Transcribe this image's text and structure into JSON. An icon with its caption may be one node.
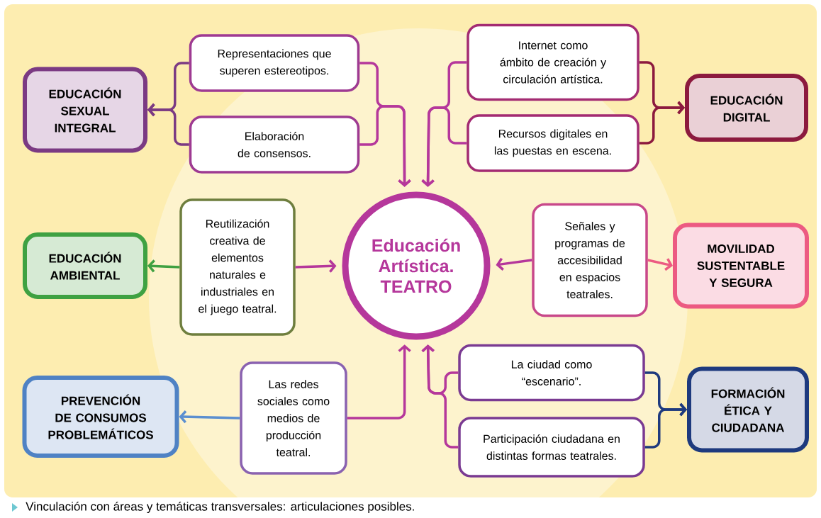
{
  "diagram": {
    "caption": "Vinculación con áreas y temáticas transversales: articulaciones posibles.",
    "nodes": [
      {
        "text": [
          "Educación Artística. TEATRO"
        ]
      },
      {
        "text": [
          "EDUCACIÓN SEXUAL INTEGRAL"
        ]
      },
      {
        "text": [
          "Representaciones que superen estereotipos."
        ]
      },
      {
        "text": [
          "Elaboración de consensos."
        ]
      },
      {
        "text": [
          "Internet como ámbito de creación y circulación artística."
        ]
      },
      {
        "text": [
          "Recursos digitales en las puestas en escena."
        ]
      },
      {
        "text": [
          "EDUCACIÓN DIGITAL"
        ]
      },
      {
        "text": [
          "EDUCACIÓN AMBIENTAL"
        ]
      },
      {
        "text": [
          "Reutilización creativa de elementos naturales e industriales en el juego teatral."
        ]
      },
      {
        "text": [
          "Señales y programas de accesibilidad en espacios teatrales."
        ]
      },
      {
        "text": [
          "MOVILIDAD SUSTENTABLE Y SEGURA"
        ]
      },
      {
        "text": [
          "PREVENCIÓN DE CONSUMOS PROBLEMÁTICOS"
        ]
      },
      {
        "text": [
          "Las redes sociales como medios de producción teatral."
        ]
      },
      {
        "text": [
          "La ciudad como “escenario”."
        ]
      },
      {
        "text": [
          "Participación ciudadana en distintas formas teatrales."
        ]
      },
      {
        "text": [
          "FORMACIÓN ÉTICA Y CIUDADANA"
        ]
      }
    ],
    "edges": [
      {
        "from": 2,
        "to": 1,
        "arrow": "to",
        "color": "#7b3a83"
      },
      {
        "from": 3,
        "to": 1,
        "arrow": "to",
        "color": "#7b3a83"
      },
      {
        "from": 2,
        "to": 0,
        "arrow": "to",
        "color": "#b5379b"
      },
      {
        "from": 3,
        "to": 0,
        "arrow": "to",
        "color": "#b5379b"
      },
      {
        "from": 4,
        "to": 0,
        "arrow": "to",
        "color": "#b5379b"
      },
      {
        "from": 5,
        "to": 0,
        "arrow": "to",
        "color": "#b5379b"
      },
      {
        "from": 4,
        "to": 6,
        "arrow": "to",
        "color": "#8c1a3e"
      },
      {
        "from": 5,
        "to": 6,
        "arrow": "to",
        "color": "#8c1a3e"
      },
      {
        "from": 8,
        "to": 7,
        "arrow": "to",
        "color": "#3fa142"
      },
      {
        "from": 8,
        "to": 0,
        "arrow": "to",
        "color": "#b5379b"
      },
      {
        "from": 9,
        "to": 0,
        "arrow": "to",
        "color": "#b5379b"
      },
      {
        "from": 9,
        "to": 10,
        "arrow": "to",
        "color": "#ec5a82"
      },
      {
        "from": 12,
        "to": 11,
        "arrow": "to",
        "color": "#5b8fd0"
      },
      {
        "from": 12,
        "to": 0,
        "arrow": "to",
        "color": "#b5379b"
      },
      {
        "from": 13,
        "to": 0,
        "arrow": "to",
        "color": "#b5379b"
      },
      {
        "from": 14,
        "to": 0,
        "arrow": "to",
        "color": "#b5379b"
      },
      {
        "from": 13,
        "to": 15,
        "arrow": "to",
        "color": "#1e3a7e"
      },
      {
        "from": 14,
        "to": 15,
        "arrow": "to",
        "color": "#1e3a7e"
      }
    ]
  }
}
